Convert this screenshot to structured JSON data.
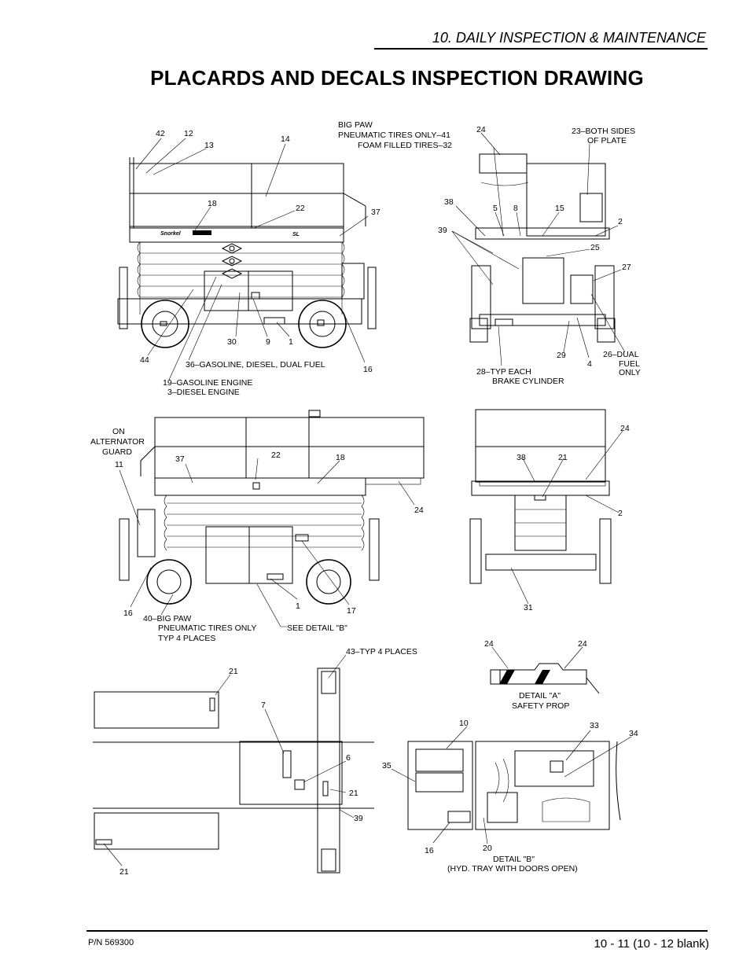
{
  "header": {
    "section_title": "10. DAILY INSPECTION & MAINTENANCE",
    "page_title": "PLACARDS AND DECALS INSPECTION DRAWING"
  },
  "footer": {
    "part_number": "P/N 569300",
    "page_number": "10 - 11 (10 - 12 blank)"
  },
  "brand_text": {
    "decal_logo": "Snorkel",
    "model_logo": "SL"
  },
  "callouts": {
    "view1": {
      "n42": "42",
      "n12": "12",
      "n13": "13",
      "n14": "14",
      "n18": "18",
      "n22": "22",
      "n37": "37",
      "n44": "44",
      "n30": "30",
      "n9": "9",
      "n1": "1",
      "n16": "16",
      "note36": "36–GASOLINE, DIESEL, DUAL FUEL",
      "note19": "19–GASOLINE ENGINE",
      "note3": "3–DIESEL ENGINE"
    },
    "view2": {
      "note_bigpaw": "BIG PAW",
      "note41": "PNEUMATIC TIRES ONLY–41",
      "note32": "FOAM FILLED TIRES–32",
      "n24": "24",
      "note23a": "23–BOTH SIDES",
      "note23b": "OF PLATE",
      "n38": "38",
      "n5": "5",
      "n8": "8",
      "n15": "15",
      "n2": "2",
      "n39": "39",
      "n25": "25",
      "n27": "27",
      "n29": "29",
      "n4": "4",
      "note26a": "26–DUAL",
      "note26b": "FUEL",
      "note26c": "ONLY",
      "note28a": "28–TYP EACH",
      "note28b": "BRAKE CYLINDER"
    },
    "view3": {
      "note_on": "ON",
      "note_alt": "ALTERNATOR",
      "note_guard": "GUARD",
      "n11": "11",
      "n37": "37",
      "n22": "22",
      "n18": "18",
      "n24": "24",
      "n16": "16",
      "n1": "1",
      "n17": "17",
      "note40a": "40–BIG PAW",
      "note40b": "PNEUMATIC TIRES ONLY",
      "note40c": "TYP 4 PLACES",
      "note_detail_b": "SEE DETAIL \"B\""
    },
    "view4": {
      "n24": "24",
      "n38": "38",
      "n21": "21",
      "n2": "2",
      "n31": "31"
    },
    "view5": {
      "n21_top": "21",
      "n7": "7",
      "n6": "6",
      "n21_mid": "21",
      "n39": "39",
      "n21_bot": "21",
      "note43": "43–TYP 4 PLACES"
    },
    "view6": {
      "n24_left": "24",
      "n24_right": "24",
      "caption1": "DETAIL \"A\"",
      "caption2": "SAFETY PROP"
    },
    "view7": {
      "n10": "10",
      "n33": "33",
      "n34": "34",
      "n35": "35",
      "n16": "16",
      "n20": "20",
      "caption1": "DETAIL \"B\"",
      "caption2": "(HYD. TRAY WITH DOORS OPEN)"
    }
  }
}
